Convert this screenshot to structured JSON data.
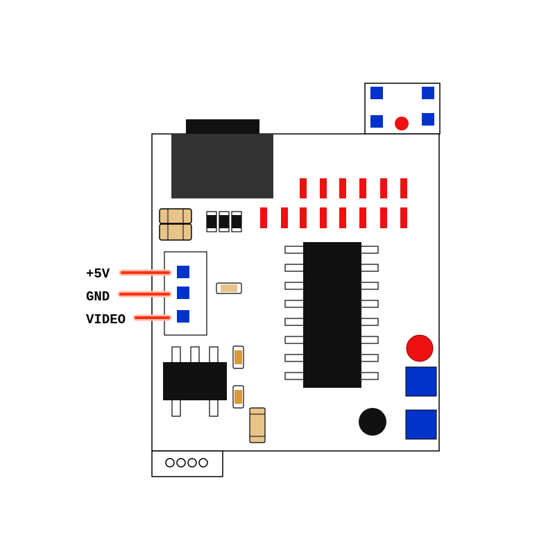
{
  "connector": {
    "pins": [
      {
        "label": "+5V"
      },
      {
        "label": "GND"
      },
      {
        "label": "VIDEO"
      }
    ]
  },
  "colors": {
    "board_outline": "#000000",
    "pad_blue": "#0033cc",
    "component_red": "#ee1111",
    "ic_body": "#000000",
    "wire_red": "#ff3311",
    "wire_glow": "#ffbbaa",
    "cap_tan": "#e8c48a",
    "resistor_orange": "#d99a3c"
  }
}
